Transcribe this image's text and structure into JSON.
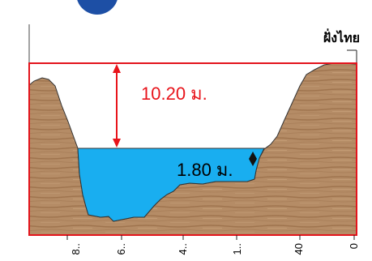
{
  "diagram": {
    "bank_label": "ฝั่งไทย",
    "bank_depth_label": "10.20 ม.",
    "water_level_label": "1.80 ม.",
    "x_tick_labels": [
      "8..",
      "6..",
      "4..",
      "1..",
      "40",
      "0"
    ]
  },
  "colors": {
    "frame_red": "#e3141c",
    "depth_arrow_red": "#e8141b",
    "water": "#19aef0",
    "soil_base": "#b58c66",
    "soil_stripe": "#9a6e49",
    "badge_blue": "#1d4fa5"
  }
}
